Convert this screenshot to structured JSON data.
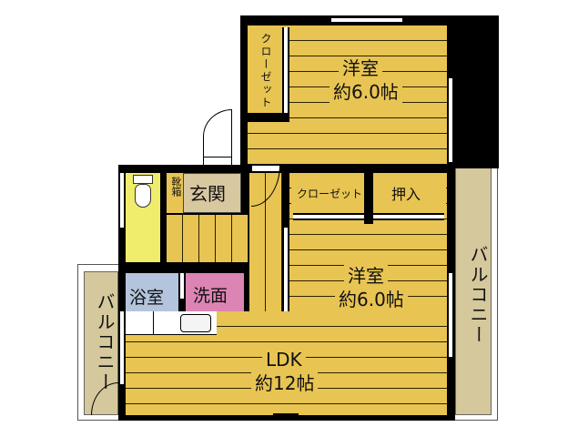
{
  "floor_plan": {
    "rooms": [
      {
        "id": "western-room-1",
        "name": "洋室",
        "size": "約6.0帖"
      },
      {
        "id": "western-room-2",
        "name": "洋室",
        "size": "約6.0帖"
      },
      {
        "id": "ldk",
        "name": "LDK",
        "size": "約12帖"
      }
    ],
    "closet_1": "クローゼット",
    "closet_2": "クローゼット",
    "oshiire": "押入",
    "entrance": "玄関",
    "shoe_box": "靴箱",
    "bath": "浴室",
    "washroom": "洗面",
    "balcony_right": "バルコニー",
    "balcony_left": "バルコニー"
  },
  "colors": {
    "floor": "#e8c452",
    "balcony": "#d4c89c",
    "entrance": "#d8c8a0",
    "toilet": "#f0ec6c",
    "bath": "#b4c4dc",
    "washroom": "#dc84b4",
    "wall": "#000000"
  }
}
